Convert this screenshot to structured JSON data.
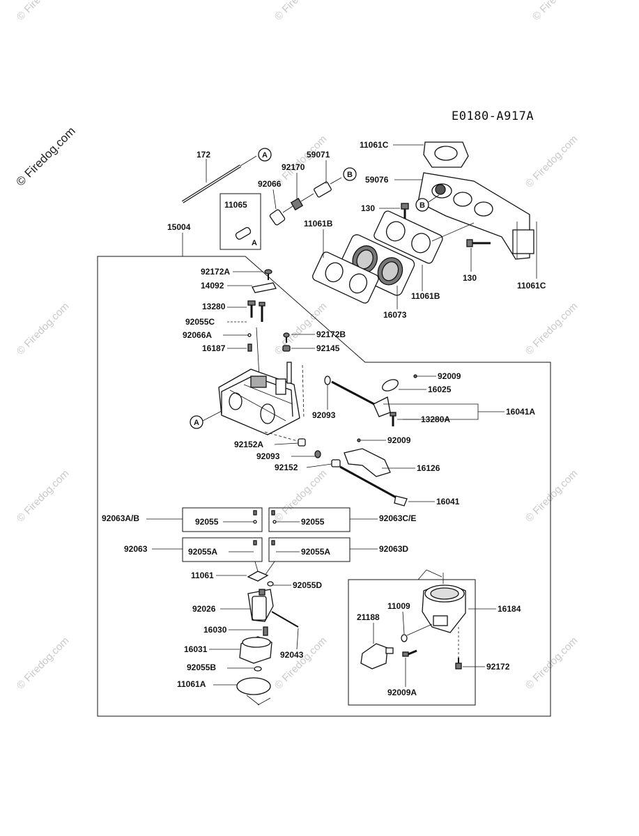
{
  "diagram": {
    "code": "E0180-A917A",
    "watermark": "© Firedog.com",
    "reference_markers": [
      "A",
      "B"
    ],
    "parts": {
      "p172": "172",
      "p59071": "59071",
      "p92170": "92170",
      "p92066": "92066",
      "p11065": "11065",
      "p15004": "15004",
      "p11061c_top": "11061C",
      "p59076": "59076",
      "p130_left": "130",
      "p11061b_left": "11061B",
      "p130_right": "130",
      "p11061c_right": "11061C",
      "p11061b_right": "11061B",
      "p16073": "16073",
      "p92172a": "92172A",
      "p14092": "14092",
      "p13280": "13280",
      "p92055c": "92055C",
      "p92066a": "92066A",
      "p16187": "16187",
      "p92172b": "92172B",
      "p92145": "92145",
      "p92009_a": "92009",
      "p16025": "16025",
      "p92093_a": "92093",
      "p16041a": "16041A",
      "p13280a": "13280A",
      "p92009_b": "92009",
      "p92152a": "92152A",
      "p92093_b": "92093",
      "p92152": "92152",
      "p16126": "16126",
      "p16041": "16041",
      "p92063ab": "92063A/B",
      "p92055_box1": "92055",
      "p92055_box2": "92055",
      "p92063ce": "92063C/E",
      "p92063": "92063",
      "p92055a_box1": "92055A",
      "p92055a_box2": "92055A",
      "p92063d": "92063D",
      "p11061": "11061",
      "p92055d": "92055D",
      "p92026": "92026",
      "p16030": "16030",
      "p16031": "16031",
      "p92043": "92043",
      "p92055b": "92055B",
      "p11061a": "11061A",
      "p21188": "21188",
      "p11009": "11009",
      "p16184": "16184",
      "p92009a": "92009A",
      "p92172": "92172"
    }
  }
}
